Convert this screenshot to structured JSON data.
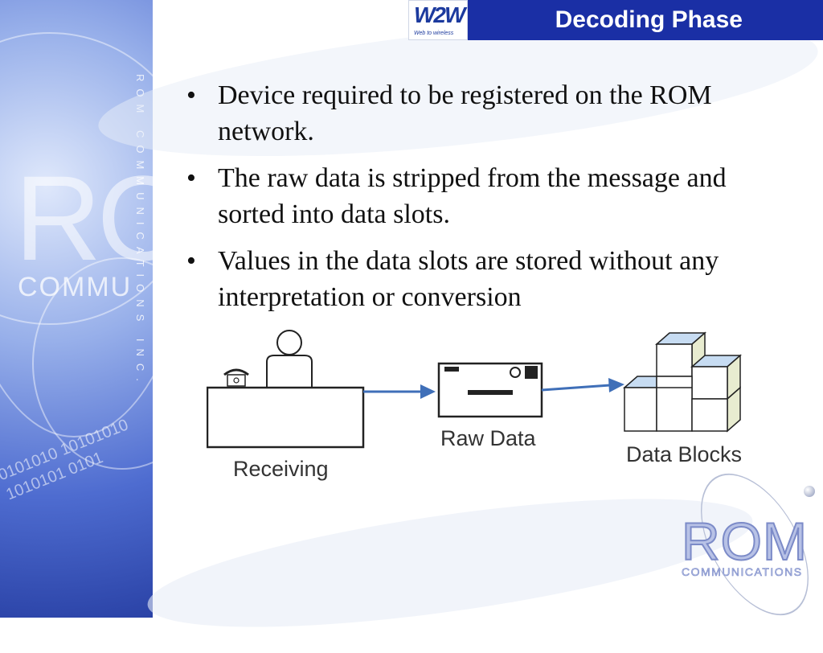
{
  "header": {
    "title": "Decoding Phase",
    "logo_text": "W2W",
    "logo_tagline": "Web to wireless"
  },
  "bullets": [
    "Device required to be registered on the ROM network.",
    "The raw data is stripped from the message and sorted into data slots.",
    "Values in the data slots are stored without any interpretation or conversion"
  ],
  "bullet_symbol": "•",
  "diagram": {
    "labels": {
      "receiving": "Receiving",
      "raw_data": "Raw Data",
      "data_blocks": "Data Blocks"
    }
  },
  "background": {
    "watermark_letters": "RC",
    "watermark_word": "COMMU",
    "vertical_text": "ROM COMMUNICATIONS INC.",
    "binary": "0101010 10101010 1010101 0101"
  },
  "branding": {
    "name": "ROM",
    "sub": "COMMUNICATIONS"
  },
  "colors": {
    "title_bar": "#1a2fa5",
    "diagram_arrow": "#3f6fb8",
    "cube_fill": "#c7dcf2",
    "cube_side": "#e8ecd0"
  }
}
